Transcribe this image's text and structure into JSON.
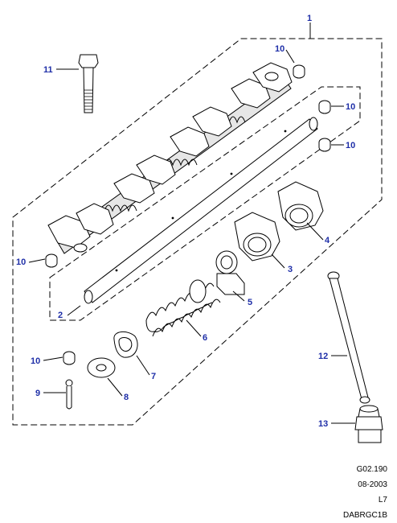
{
  "callouts": {
    "c1": "1",
    "c2": "2",
    "c3": "3",
    "c4": "4",
    "c5": "5",
    "c6": "6",
    "c7": "7",
    "c8": "8",
    "c9": "9",
    "c10a": "10",
    "c10b": "10",
    "c10c": "10",
    "c10d": "10",
    "c10e": "10",
    "c11": "11",
    "c12": "12",
    "c13": "13"
  },
  "footer": {
    "drawing_no": "G02.190",
    "date": "08-2003",
    "sheet": "L7",
    "ref": "DABRGC1B"
  },
  "colors": {
    "callout": "#1f2fa8",
    "line": "#000000"
  }
}
